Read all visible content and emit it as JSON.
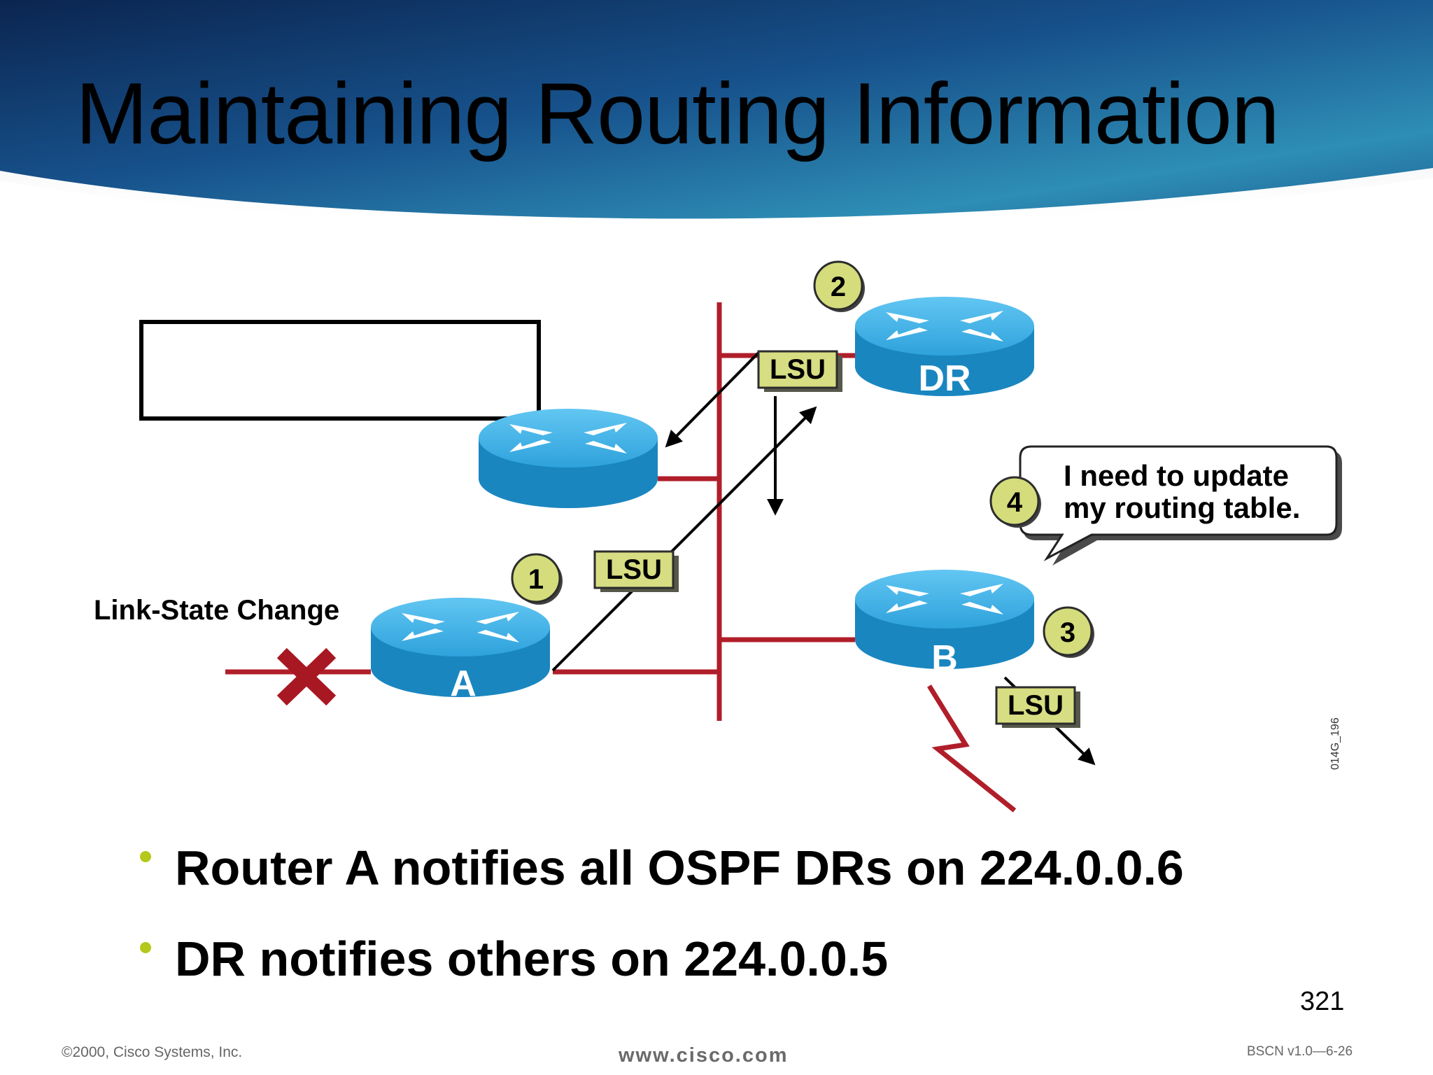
{
  "slide": {
    "title": "Maintaining Routing Information",
    "bullets": [
      "Router A notifies all OSPF DRs on 224.0.0.6",
      "DR notifies others on 224.0.0.5"
    ],
    "page_number": "321",
    "footer": {
      "copyright": "©2000, Cisco Systems, Inc.",
      "url": "www.cisco.com",
      "course": "BSCN v1.0—6-26"
    },
    "figure_id": "014G_196"
  },
  "diagram": {
    "change_label": "Link-State Change",
    "routers": {
      "a": "A",
      "dr": "DR",
      "b": "B"
    },
    "lsu_label": "LSU",
    "steps": [
      "1",
      "2",
      "3",
      "4"
    ],
    "speech_lines": [
      "I need to update",
      "my routing table."
    ]
  },
  "colors": {
    "router_body": "#1a86c0",
    "router_top": "#3ab0e6",
    "link": "#b01e2a",
    "lsu_box": "#d7dd82",
    "step_badge": "#d4dc7c",
    "bullet_dot": "#b5c81c",
    "banner_dark": "#0b2550",
    "banner_light": "#2e8eb5"
  }
}
